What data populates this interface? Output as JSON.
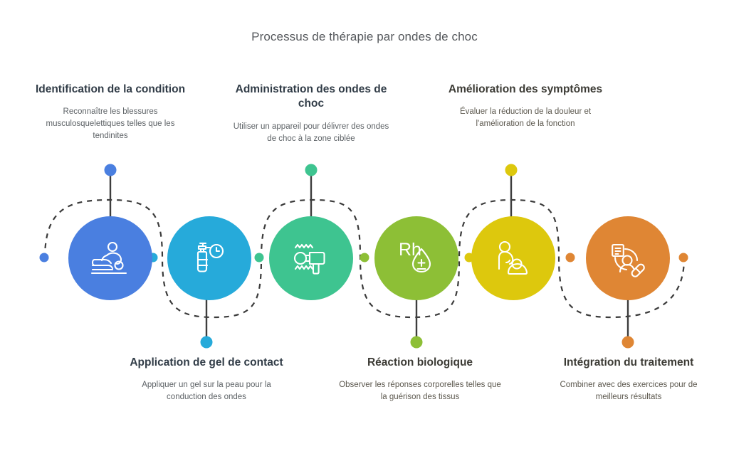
{
  "header": {
    "title": "Processus de thérapie par ondes de choc"
  },
  "colors": {
    "step1": "#4a7fe0",
    "step2": "#26aada",
    "step3": "#3ec490",
    "step4": "#8dbf36",
    "step5": "#ddc80d",
    "step6": "#df8634",
    "dash": "#3b3b3b",
    "stem": "#3d3d3d",
    "title_text": "#55585c",
    "heading_text": "#313c47",
    "body_text": "#5d6266"
  },
  "steps": [
    {
      "index": 1,
      "title": "Identification de la condition",
      "description": "Reconnaître les blessures musculosquelettiques telles que les tendinites",
      "color": "#4a7fe0",
      "icon": "massage-therapy-icon",
      "position": "top"
    },
    {
      "index": 2,
      "title": "Application de gel de contact",
      "description": "Appliquer un gel sur la peau pour la conduction des ondes",
      "color": "#26aada",
      "icon": "gel-bottle-timer-icon",
      "position": "bottom"
    },
    {
      "index": 3,
      "title": "Administration des ondes de choc",
      "description": "Utiliser un appareil pour délivrer des ondes de choc à la zone ciblée",
      "color": "#3ec490",
      "icon": "shockwave-device-icon",
      "position": "top"
    },
    {
      "index": 4,
      "title": "Réaction biologique",
      "description": "Observer les réponses corporelles telles que la guérison des tissus",
      "color": "#8dbf36",
      "icon": "rh-blood-drop-icon",
      "position": "bottom"
    },
    {
      "index": 5,
      "title": "Amélioration des symptômes",
      "description": "Évaluer la réduction de la douleur et l'amélioration de la fonction",
      "color": "#ddc80d",
      "icon": "patient-care-icon",
      "position": "top"
    },
    {
      "index": 6,
      "title": "Intégration du traitement",
      "description": "Combiner avec des exercices pour de meilleurs résultats",
      "color": "#df8634",
      "icon": "patient-record-medication-icon",
      "position": "bottom"
    }
  ],
  "icon_labels": {
    "rh_text": "Rh",
    "drop_plus": "+",
    "drop_minus": "−"
  }
}
